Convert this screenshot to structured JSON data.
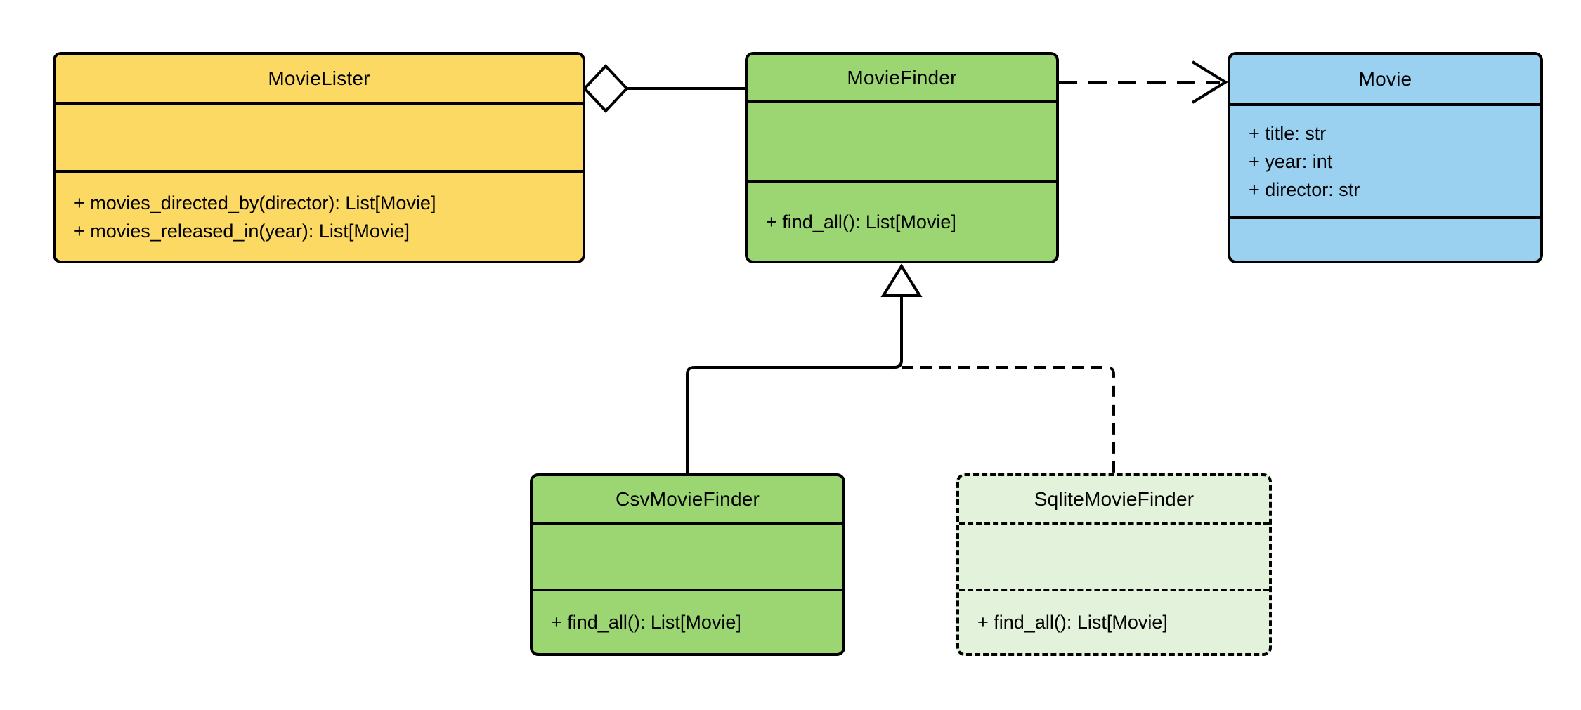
{
  "diagram": {
    "type": "uml-class-diagram",
    "background": "#ffffff",
    "stroke_color": "#000000",
    "colors": {
      "yellow_fill": "#fbd963",
      "green_fill": "#9cd672",
      "blue_fill": "#9ad1f1",
      "pale_green_fill": "#e3f2db"
    },
    "classes": {
      "movie_lister": {
        "title": "MovieLister",
        "fill": "#fbd963",
        "border": "solid",
        "attributes": [],
        "methods": [
          "+ movies_directed_by(director): List[Movie]",
          "+ movies_released_in(year): List[Movie]"
        ]
      },
      "movie_finder": {
        "title": "MovieFinder",
        "fill": "#9cd672",
        "border": "solid",
        "attributes": [],
        "methods": [
          "+ find_all(): List[Movie]"
        ]
      },
      "movie": {
        "title": "Movie",
        "fill": "#9ad1f1",
        "border": "solid",
        "attributes": [
          "+ title: str",
          "+ year: int",
          "+ director: str"
        ],
        "methods": []
      },
      "csv_movie_finder": {
        "title": "CsvMovieFinder",
        "fill": "#9cd672",
        "border": "solid",
        "attributes": [],
        "methods": [
          "+ find_all(): List[Movie]"
        ]
      },
      "sqlite_movie_finder": {
        "title": "SqliteMovieFinder",
        "fill": "#e3f2db",
        "border": "dashed",
        "attributes": [],
        "methods": [
          "+ find_all(): List[Movie]"
        ]
      }
    },
    "relationships": [
      {
        "type": "aggregation",
        "from": "MovieLister",
        "to": "MovieFinder",
        "line": "solid",
        "marker": "hollow-diamond-at-source"
      },
      {
        "type": "dependency",
        "from": "MovieFinder",
        "to": "Movie",
        "line": "dashed",
        "marker": "open-arrow-at-target"
      },
      {
        "type": "inheritance",
        "from": "CsvMovieFinder",
        "to": "MovieFinder",
        "line": "solid",
        "marker": "hollow-triangle-at-target"
      },
      {
        "type": "inheritance",
        "from": "SqliteMovieFinder",
        "to": "MovieFinder",
        "line": "dashed",
        "marker": "hollow-triangle-at-target"
      }
    ]
  }
}
